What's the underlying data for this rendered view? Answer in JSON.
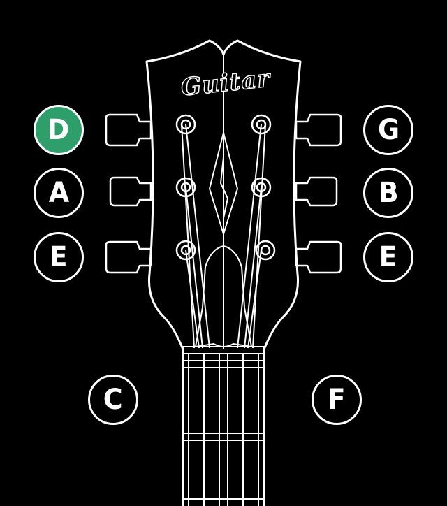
{
  "headstock": {
    "brand_label": "Guitar"
  },
  "notes": {
    "left_top": "D",
    "left_mid": "A",
    "left_bot": "E",
    "right_top": "G",
    "right_mid": "B",
    "right_bot": "E",
    "bottom_left": "C",
    "bottom_right": "F"
  },
  "selected_note": "D",
  "colors": {
    "background": "#000000",
    "line": "#ffffff",
    "active": "#2e9e6a"
  }
}
